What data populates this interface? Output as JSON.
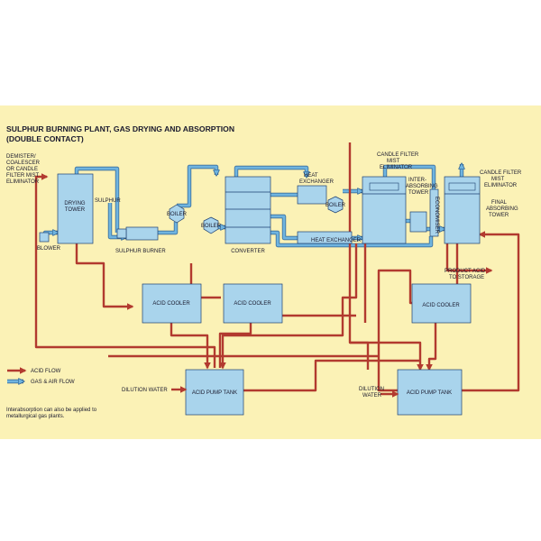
{
  "title_line1": "SULPHUR BURNING PLANT, GAS DRYING AND ABSORPTION",
  "title_line2": "(DOUBLE CONTACT)",
  "labels": {
    "demister": [
      "DEMISTER/",
      "COALESCER",
      "OR CANDLE",
      "FILTER MIST",
      "ELIMINATOR"
    ],
    "drying_tower": [
      "DRYING",
      "TOWER"
    ],
    "sulphur": "SULPHUR",
    "blower": "BLOWER",
    "sulphur_burner": "SULPHUR BURNER",
    "boiler": "BOILER",
    "converter": "CONVERTER",
    "heat_exchanger_top": [
      "HEAT",
      "EXCHANGER"
    ],
    "heat_exchanger_bottom": "HEAT EXCHANGER",
    "candle_filter_1": [
      "CANDLE FILTER",
      "MIST",
      "ELIMINATOR"
    ],
    "inter_absorbing": [
      "INTER-",
      "ABSORBING",
      "TOWER"
    ],
    "economiser": "ECONOMISER",
    "candle_filter_2": [
      "CANDLE FILTER",
      "MIST",
      "ELIMINATOR"
    ],
    "final_absorbing": [
      "FINAL",
      "ABSORBING",
      "TOWER"
    ],
    "product_acid": [
      "PRODUCT ACID",
      "TO STORAGE"
    ],
    "acid_cooler": "ACID COOLER",
    "acid_pump_tank": "ACID PUMP TANK",
    "dilution_water_left": "DILUTION WATER",
    "dilution_water_right": [
      "DILUTION",
      "WATER"
    ]
  },
  "legend": {
    "acid_flow": "ACID FLOW",
    "gas_air_flow": "GAS & AIR FLOW"
  },
  "footnote": [
    "Interabsorption can also be applied to",
    "metallurgical gas plants."
  ],
  "colors": {
    "panel": "#fbf2b6",
    "equipment_fill": "#a9d4ec",
    "gas_flow": "#6fb4df",
    "acid_flow": "#b23a2f"
  }
}
